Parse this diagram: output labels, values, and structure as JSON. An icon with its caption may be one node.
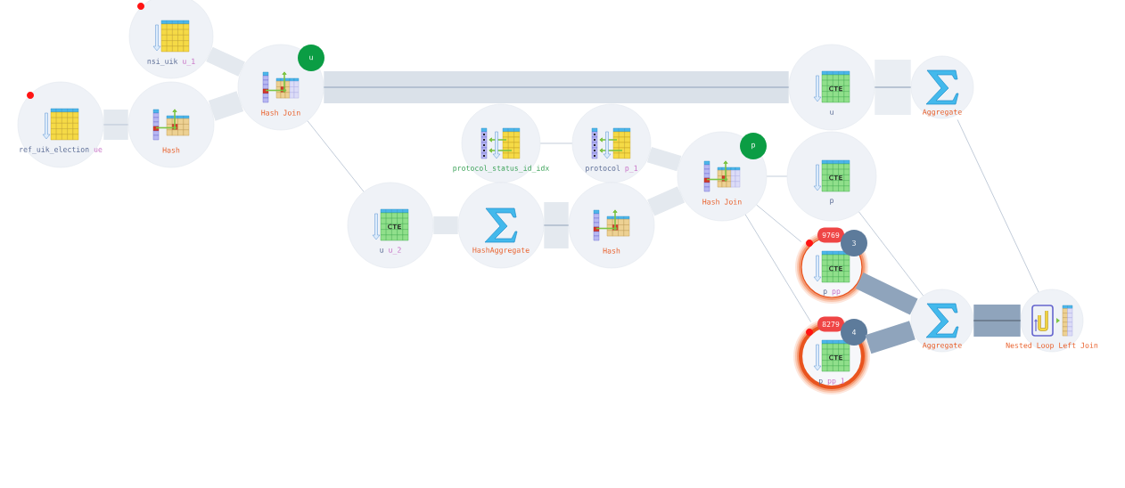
{
  "diagram": {
    "nodes": [
      {
        "text": [
          "nsi_uik",
          "u_1"
        ]
      },
      {
        "text": [
          "ref_uik_election",
          "ue"
        ]
      },
      {
        "text": [
          "Hash"
        ]
      },
      {
        "text": [
          "u",
          "Hash Join"
        ]
      },
      {
        "text": [
          "protocol_status_id_idx"
        ]
      },
      {
        "text": [
          "protocol",
          "p_1"
        ]
      },
      {
        "text": [
          "CTE",
          "u",
          "u_2"
        ]
      },
      {
        "text": [
          "HashAggregate"
        ]
      },
      {
        "text": [
          "Hash"
        ]
      },
      {
        "text": [
          "p",
          "Hash Join"
        ]
      },
      {
        "text": [
          "CTE",
          "u"
        ]
      },
      {
        "text": [
          "Aggregate"
        ]
      },
      {
        "text": [
          "CTE",
          "p"
        ]
      },
      {
        "text": [
          "9769",
          "3",
          "CTE",
          "p",
          "pp"
        ]
      },
      {
        "text": [
          "8279",
          "4",
          "CTE",
          "p",
          "pp_1"
        ]
      },
      {
        "text": [
          "Aggregate"
        ]
      },
      {
        "text": [
          "Nested Loop Left Join"
        ]
      }
    ],
    "edges": [
      {
        "from": 0,
        "to": 3,
        "arrow": "none"
      },
      {
        "from": 1,
        "to": 2,
        "arrow": "none"
      },
      {
        "from": 2,
        "to": 3,
        "arrow": "none"
      },
      {
        "from": 3,
        "to": 10,
        "arrow": "none",
        "style": "thick"
      },
      {
        "from": 3,
        "to": 6,
        "arrow": "none"
      },
      {
        "from": 4,
        "to": 5,
        "arrow": "none"
      },
      {
        "from": 5,
        "to": 9,
        "arrow": "none"
      },
      {
        "from": 6,
        "to": 7,
        "arrow": "none"
      },
      {
        "from": 7,
        "to": 8,
        "arrow": "none",
        "style": "thick"
      },
      {
        "from": 8,
        "to": 9,
        "arrow": "none"
      },
      {
        "from": 9,
        "to": 12,
        "arrow": "none"
      },
      {
        "from": 9,
        "to": 13,
        "arrow": "none"
      },
      {
        "from": 9,
        "to": 14,
        "arrow": "none"
      },
      {
        "from": 10,
        "to": 11,
        "arrow": "none",
        "style": "thick"
      },
      {
        "from": 11,
        "to": 16,
        "arrow": "none"
      },
      {
        "from": 12,
        "to": 15,
        "arrow": "none"
      },
      {
        "from": 13,
        "to": 15,
        "arrow": "none",
        "color": "#8fa4bc"
      },
      {
        "from": 14,
        "to": 15,
        "arrow": "none",
        "color": "#8fa4bc"
      },
      {
        "from": 15,
        "to": 16,
        "arrow": "none",
        "style": "thick",
        "color": "#8fa4bc"
      }
    ]
  }
}
